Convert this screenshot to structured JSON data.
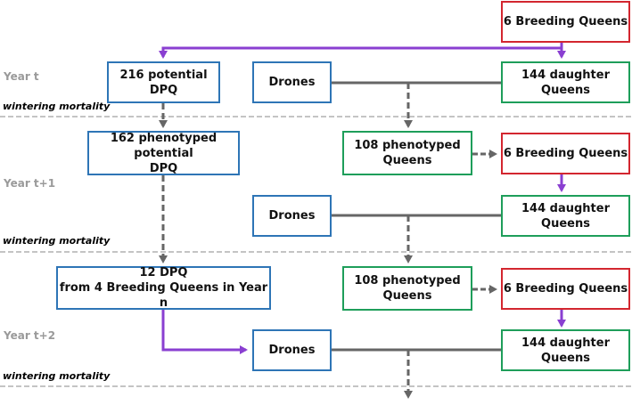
{
  "colors": {
    "blue_border": "#2e75b6",
    "green_border": "#1e9e5a",
    "red_border": "#d3262f",
    "purple_arrow": "#8a3fd1",
    "gray_line": "#666666",
    "separator": "#c4c4c4"
  },
  "year_labels": [
    "Year t",
    "Year t+1",
    "Year t+2"
  ],
  "mortality_label": "wintering mortality",
  "boxes": {
    "breeding_queens_1": "6 Breeding Queens",
    "potential_dpq": "216 potential DPQ",
    "drones_1": "Drones",
    "daughter_queens_1": "144 daughter Queens",
    "phenotyped_potential_dpq": "162 phenotyped potential\nDPQ",
    "phenotyped_queens_1": "108 phenotyped\nQueens",
    "breeding_queens_2": "6 Breeding Queens",
    "drones_2": "Drones",
    "daughter_queens_2": "144 daughter Queens",
    "dpq_12": "12 DPQ\nfrom 4 Breeding Queens in Year n",
    "phenotyped_queens_2": "108 phenotyped\nQueens",
    "breeding_queens_3": "6 Breeding Queens",
    "drones_3": "Drones",
    "daughter_queens_3": "144 daughter Queens"
  }
}
